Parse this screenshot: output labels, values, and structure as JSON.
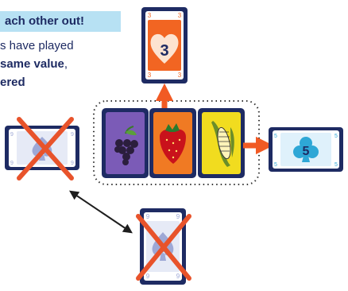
{
  "instruction": {
    "banner": "ach other out!",
    "line1": "s have played",
    "line2_bold": "same value",
    "line2_tail": ",",
    "line3_bold": "ered"
  },
  "center_cards": [
    {
      "name": "grapes",
      "color": "#7b5bb7"
    },
    {
      "name": "strawberry",
      "color": "#f07a23"
    },
    {
      "name": "corn",
      "color": "#f1dc1f"
    }
  ],
  "player_cards": {
    "top": {
      "value": "3",
      "corner_value": "3",
      "symbol": "heart-icon",
      "color": "#f26522",
      "crossed": false
    },
    "right": {
      "value": "5",
      "corner_value": "5",
      "symbol": "club-icon",
      "color": "#2ea7d6",
      "crossed": false
    },
    "left": {
      "value": "",
      "corner_value": "9",
      "symbol": "spade-icon",
      "color": "#9da8d6",
      "crossed": true
    },
    "bottom": {
      "value": "",
      "corner_value": "9",
      "symbol": "spade-icon",
      "color": "#9da8d6",
      "crossed": true
    }
  },
  "colors": {
    "navy": "#1e2b63",
    "arrow_orange": "#f15a24",
    "cross_red": "#e8532b",
    "banner_blue": "#b7e1f3"
  }
}
